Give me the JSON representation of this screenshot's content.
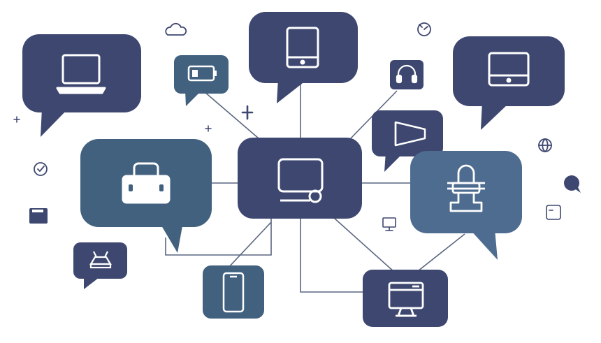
{
  "colors": {
    "navy": "#3d4770",
    "teal": "#41617f",
    "steel": "#4e6c8f",
    "line": "#5a6680",
    "icon_stroke": "#ffffff",
    "small_icon": "#3d4770"
  },
  "hub": {
    "icon": "monitor-icon"
  },
  "bubbles": [
    {
      "id": "laptop",
      "icon": "laptop-icon"
    },
    {
      "id": "tablet",
      "icon": "tablet-icon"
    },
    {
      "id": "display",
      "icon": "display-icon"
    },
    {
      "id": "lock",
      "icon": "padlock-icon"
    },
    {
      "id": "battery",
      "icon": "battery-icon"
    },
    {
      "id": "headphones",
      "icon": "headphones-icon"
    },
    {
      "id": "megaphone",
      "icon": "megaphone-icon"
    },
    {
      "id": "microphone",
      "icon": "microphone-icon"
    },
    {
      "id": "phone",
      "icon": "smartphone-icon"
    },
    {
      "id": "desktop",
      "icon": "desktop-computer-icon"
    },
    {
      "id": "router",
      "icon": "router-icon"
    }
  ],
  "decorations": [
    "cloud-icon",
    "clock-icon",
    "plus-icon",
    "check-circle-icon",
    "wallet-icon",
    "globe-icon",
    "chat-dot-icon",
    "small-monitor-icon",
    "window-icon",
    "sparkle-icon"
  ]
}
